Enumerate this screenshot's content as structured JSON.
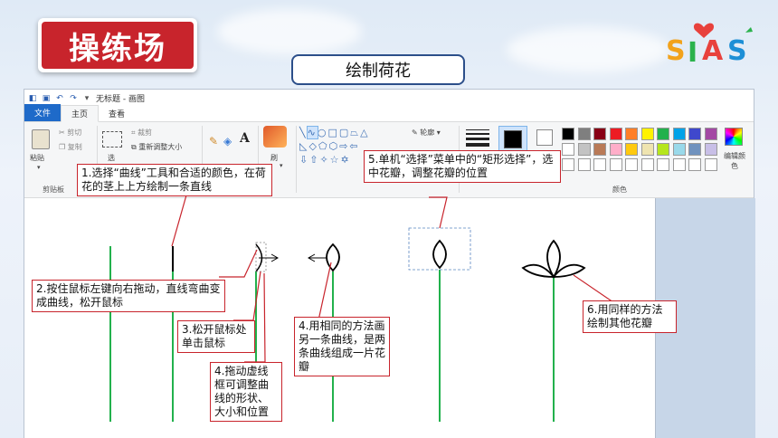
{
  "slide": {
    "tag": "操练场",
    "heading": "绘制荷花",
    "logo_text": "SIAS"
  },
  "paint": {
    "doc_title": "无标题 - 画图",
    "tabs": [
      {
        "label": "文件"
      },
      {
        "label": "主页"
      },
      {
        "label": "查看"
      }
    ],
    "clipboard": {
      "paste": "粘贴",
      "cut": "剪切",
      "copy": "复制",
      "group": "剪贴板"
    },
    "image": {
      "select": "选",
      "crop": "裁剪",
      "resize": "重新调整大小"
    },
    "tools": {
      "text_tool": "A",
      "brush": "刷"
    },
    "shapes": {
      "outline": "轮廓"
    },
    "colors": {
      "group": "颜色",
      "edit": "编辑颜色",
      "palette_row1": [
        "#000000",
        "#7f7f7f",
        "#880015",
        "#ed1c24",
        "#ff7f27",
        "#fff200",
        "#22b14c",
        "#00a2e8",
        "#3f48cc",
        "#a349a4"
      ],
      "palette_row2": [
        "#ffffff",
        "#c3c3c3",
        "#b97a57",
        "#ffaec9",
        "#ffc90e",
        "#efe4b0",
        "#b5e61d",
        "#99d9ea",
        "#7092be",
        "#c8bfe7"
      ],
      "color1": "#000000",
      "color2": "#ffffff"
    }
  },
  "callouts": {
    "c1": "1.选择“曲线”工具和合适的颜色，在荷花的茎上上方绘制一条直线",
    "c2": "2.按住鼠标左键向右拖动，直线弯曲变成曲线，松开鼠标",
    "c3": "3.松开鼠标处单击鼠标",
    "c4": "4.拖动虚线框可调整曲线的形状、大小和位置",
    "c4b": "4.用相同的方法画另一条曲线，是两条曲线组成一片花瓣",
    "c5": "5.单机“选择”菜单中的“矩形选择”，选中花瓣，调整花瓣的位置",
    "c6": "6.用同样的方法绘制其他花瓣"
  },
  "accent": {
    "red": "#c8242c",
    "stem": "#22b14c",
    "file_tab": "#1e6ac9"
  }
}
